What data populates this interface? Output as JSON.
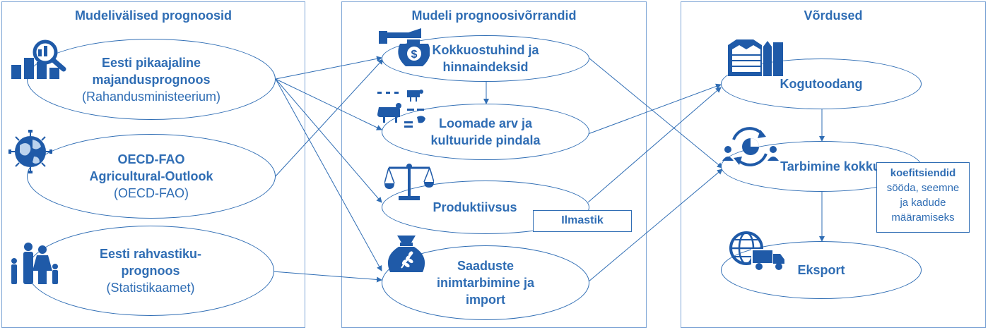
{
  "panels": {
    "left_title": "Mudelivälised prognoosid",
    "middle_title": "Mudeli prognoosivõrrandid",
    "right_title": "Võrdused"
  },
  "left": {
    "n1_title": "Eesti pikaajaline\nmajandusprognoos",
    "n1_sub": "(Rahandusministeerium)",
    "n2_title": "OECD-FAO\nAgricultural-Outlook",
    "n2_sub": "(OECD-FAO)",
    "n3_title": "Eesti rahvastiku-\nprognoos",
    "n3_sub": "(Statistikaamet)"
  },
  "middle": {
    "m1": "Kokkuostuhind ja\nhinnaindeksid",
    "m2": "Loomade arv ja\nkultuuride pindala",
    "m3": "Produktiivsus",
    "m3_box": "Ilmastik",
    "m4": "Saaduste\ninimtarbimine ja\nimport"
  },
  "right": {
    "r1": "Kogutoodang",
    "r2": "Tarbimine kokku",
    "r2_box_title": "koefitsiendid",
    "r2_box_text": "sööda, seemne\nja kadude\nmääramiseks",
    "r3": "Eksport"
  },
  "colors": {
    "accent": "#2f6db4",
    "panel_border": "#7fa6d6",
    "icon": "#1f5aa8"
  },
  "icons": [
    "magnifier-chart-icon",
    "globe-network-icon",
    "family-icon",
    "money-hand-icon",
    "animals-icon",
    "balance-scale-icon",
    "grain-sack-icon",
    "grain-silo-icon",
    "consumption-cycle-icon",
    "globe-truck-icon"
  ]
}
